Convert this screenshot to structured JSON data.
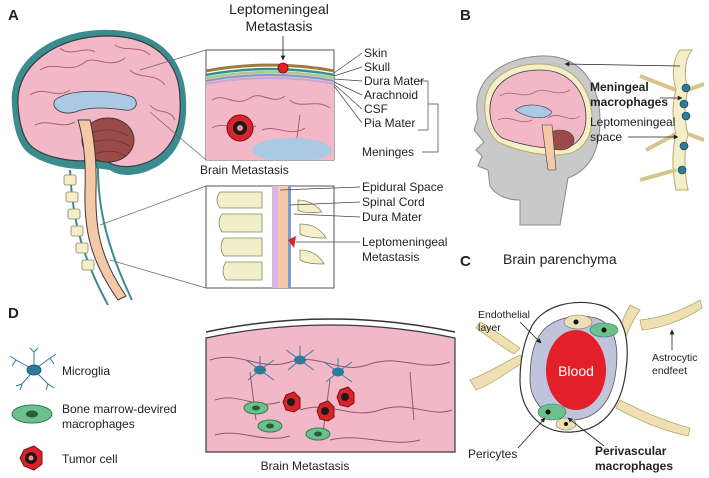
{
  "panels": {
    "a": "A",
    "b": "B",
    "c": "C",
    "d": "D"
  },
  "panel_a": {
    "top_title_line1": "Leptomeningeal",
    "top_title_line2": "Metastasis",
    "layers": [
      "Skin",
      "Skull",
      "Dura Mater",
      "Arachnoid",
      "CSF",
      "Pia Mater"
    ],
    "meninges": "Meninges",
    "brain_metastasis": "Brain Metastasis",
    "spine_labels": [
      "Epidural Space",
      "Spinal Cord",
      "Dura Mater"
    ],
    "lepto_line1": "Leptomeningeal",
    "lepto_line2": "Metastasis"
  },
  "panel_b": {
    "meningeal_line1": "Meningeal",
    "meningeal_line2": "macrophages",
    "lepto_space_line1": "Leptomeningeal",
    "lepto_space_line2": "space"
  },
  "panel_c": {
    "title": "Brain parenchyma",
    "endothelial_line1": "Endothelial",
    "endothelial_line2": "layer",
    "astro_line1": "Astrocytic",
    "astro_line2": "endfeet",
    "blood": "Blood",
    "pericytes": "Pericytes",
    "perivascular_line1": "Perivascular",
    "perivascular_line2": "macrophages"
  },
  "panel_d": {
    "microglia": "Microglia",
    "bmdm_line1": "Bone marrow-devired",
    "bmdm_line2": "macrophages",
    "tumor": "Tumor cell",
    "caption": "Brain Metastasis"
  },
  "colors": {
    "brain_pink": "#f3b8c7",
    "brain_outline": "#3a3a3a",
    "ventricle_blue": "#a9c9e4",
    "cerebellum_brown": "#9a4b48",
    "skin_teal": "#3a8c8f",
    "bone_cream": "#f4efc9",
    "blood_red": "#e2202a",
    "macrophage_green": "#6cc08b",
    "microglia_blue": "#2b7b9b",
    "tumor_red": "#d8232a",
    "vessel_lilac": "#bfc4dc",
    "astro_tan": "#efe0b3"
  }
}
